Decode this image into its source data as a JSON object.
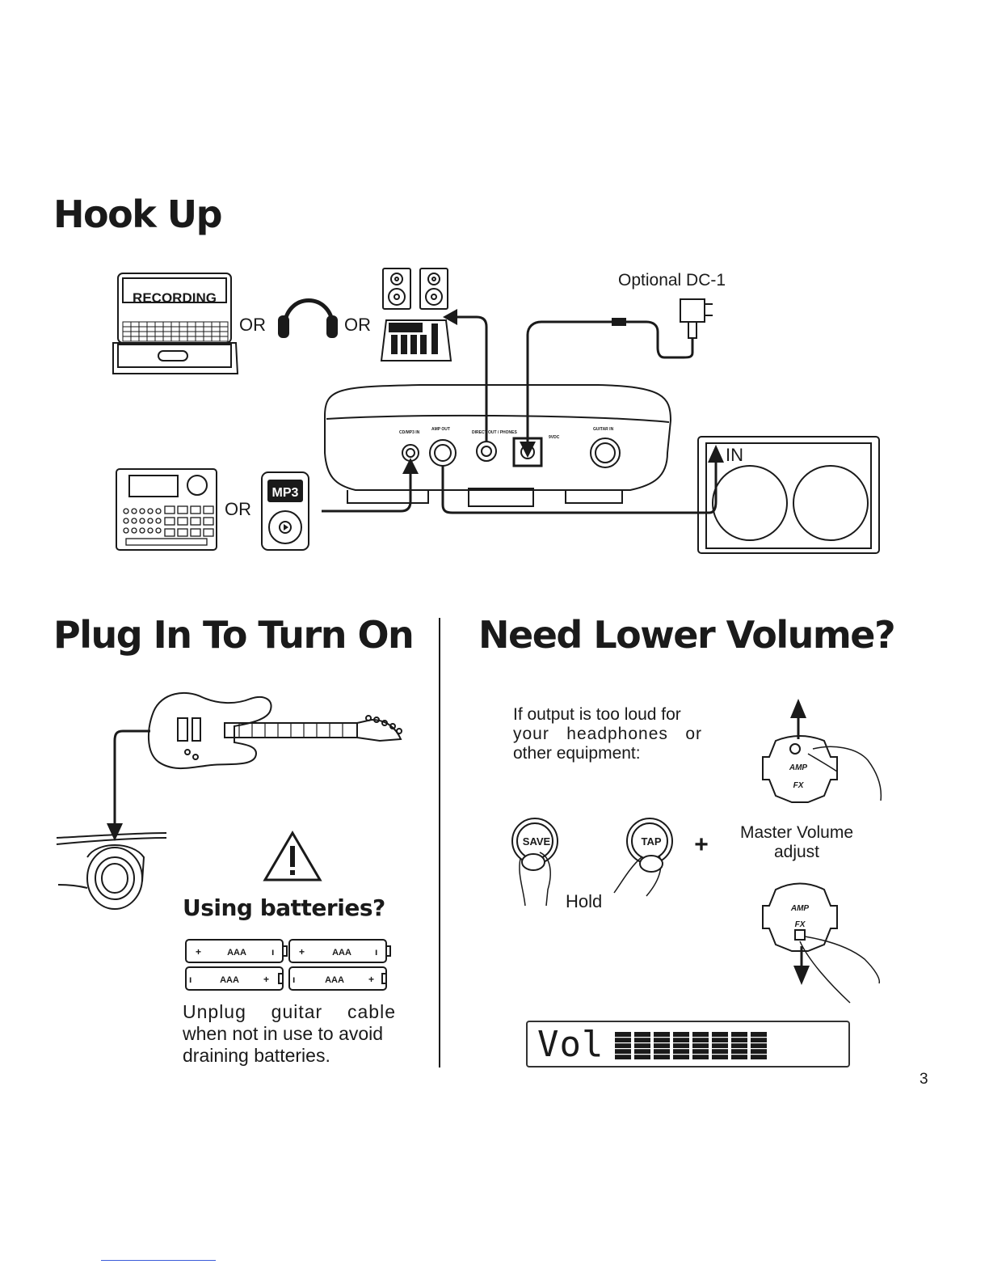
{
  "hook_up": {
    "title": "Hook Up",
    "recording_label": "RECORDING",
    "or_1": "OR",
    "or_2": "OR",
    "or_3": "OR",
    "optional_dc": "Optional DC-1",
    "mp3_label": "MP3",
    "amp_in_label": "IN",
    "jacks": [
      "CD/MP3 IN",
      "AMP OUT",
      "DIRECT OUT / PHONES",
      "9VDC",
      "GUITAR IN"
    ]
  },
  "plug_in": {
    "title": "Plug In To Turn On",
    "batteries_heading": "Using batteries?",
    "battery_label": "AAA",
    "battery_note_line1": "Unplug guitar cable",
    "battery_note_line2": "when not in use to avoid",
    "battery_note_line3": "draining batteries."
  },
  "lower_volume": {
    "title": "Need Lower Volume?",
    "intro_line1": "If output is too loud for",
    "intro_line2": "your headphones or",
    "intro_line3": "other equipment:",
    "save_button": "SAVE",
    "tap_button": "TAP",
    "plus": "+",
    "hold_label": "Hold",
    "master_volume_line1": "Master Volume",
    "master_volume_line2": "adjust",
    "knob_amp": "AMP",
    "knob_fx": "FX",
    "lcd_text": "Vol",
    "lcd_bar_count": 8
  },
  "page_number": "3"
}
